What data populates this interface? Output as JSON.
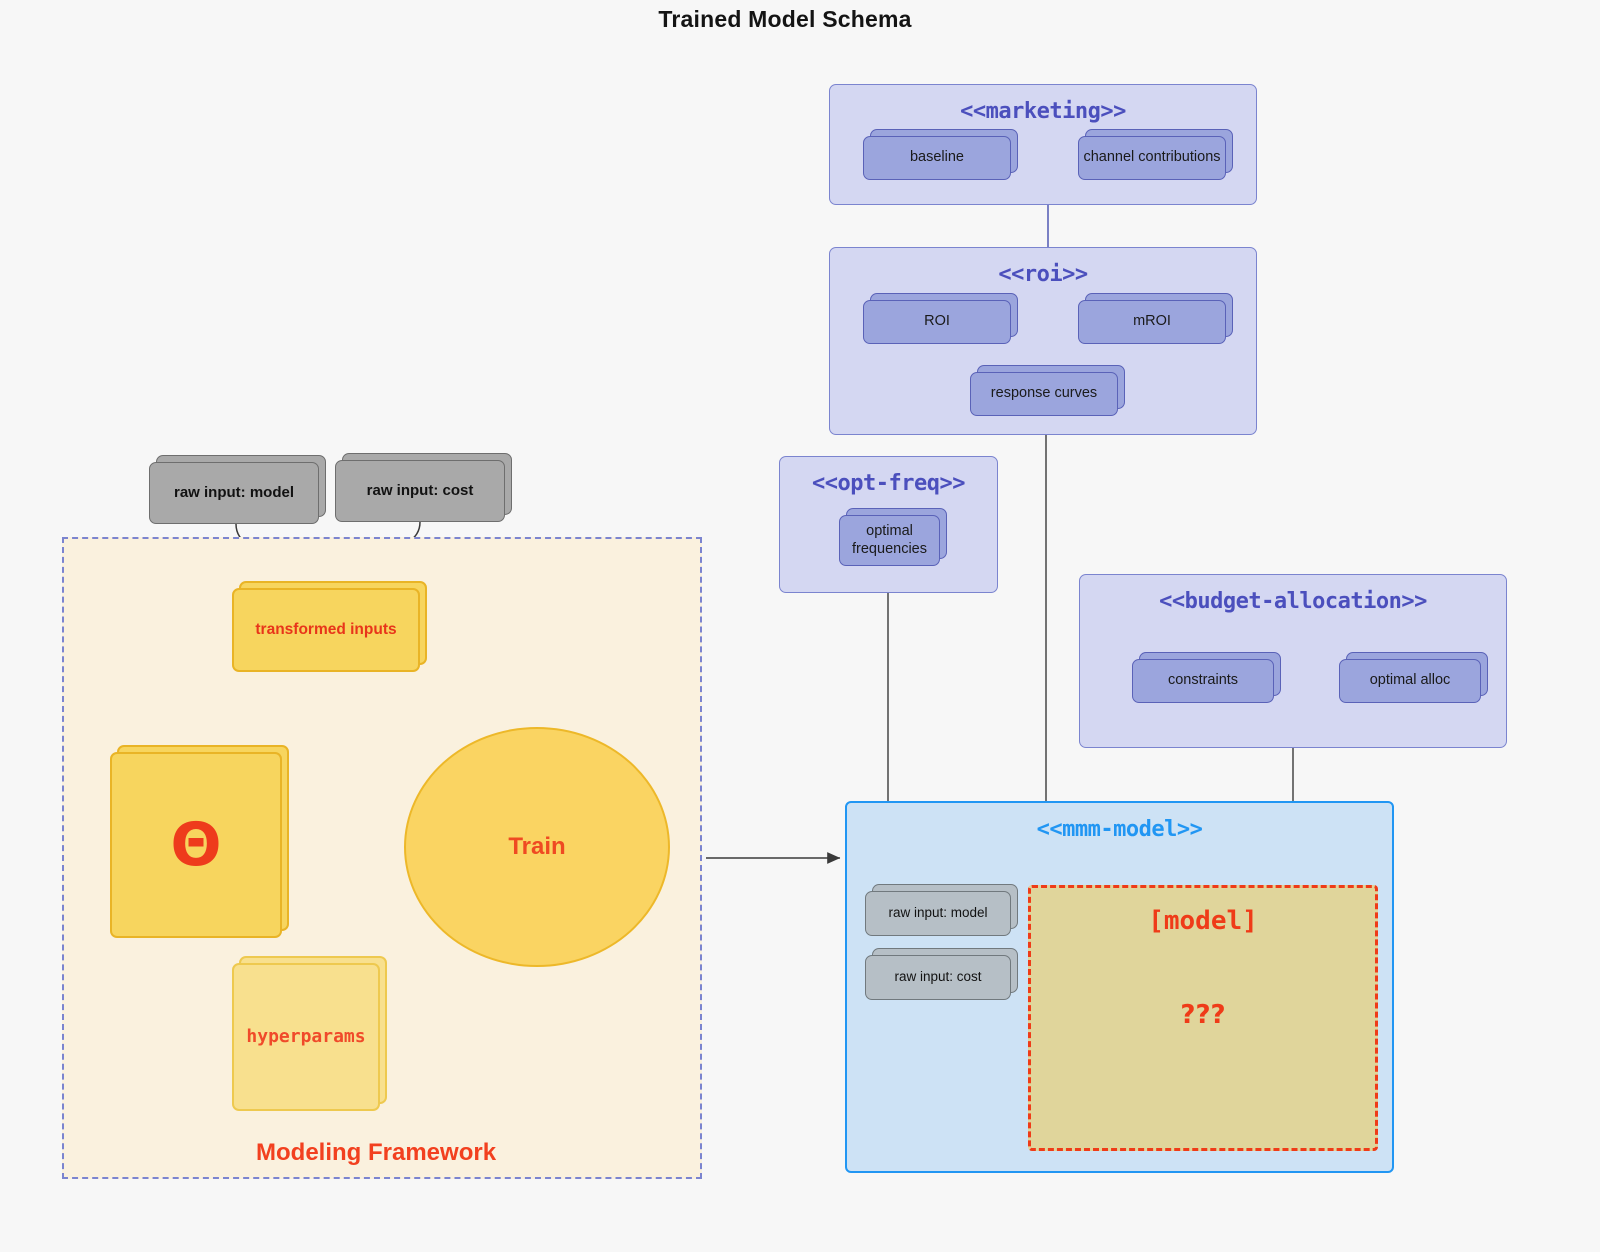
{
  "title": "Trained Model Schema",
  "colors": {
    "background": "#f7f7f7",
    "package_fill": "#d4d7f2",
    "package_stroke": "#7b84cf",
    "node_fill": "#9ba5dd",
    "node_stroke": "#5a62b8",
    "grey_fill": "#a9a9a9",
    "grey_stroke": "#6e6e6e",
    "yellow_fill": "#f7d55e",
    "yellow_pale_fill": "#f8e08e",
    "yellow_stroke": "#e9b426",
    "accent_red": "#ef3b18",
    "mmm_fill": "#cde2f5",
    "mmm_stroke": "#2196f3",
    "model_region_fill": "#e0d59b",
    "framework_fill": "#faf1de"
  },
  "packages": {
    "marketing": {
      "title": "<<marketing>>",
      "nodes": [
        {
          "label": "baseline"
        },
        {
          "label": "channel contributions"
        }
      ]
    },
    "roi": {
      "title": "<<roi>>",
      "nodes": [
        {
          "label": "ROI"
        },
        {
          "label": "mROI"
        },
        {
          "label": "response curves"
        }
      ]
    },
    "opt_freq": {
      "title": "<<opt-freq>>",
      "nodes": [
        {
          "label": "optimal\nfrequencies",
          "line1": "optimal",
          "line2": "frequencies"
        }
      ]
    },
    "budget_allocation": {
      "title": "<<budget-allocation>>",
      "nodes": [
        {
          "label": "constraints"
        },
        {
          "label": "optimal alloc"
        }
      ]
    },
    "mmm_model": {
      "title": "<<mmm-model>>",
      "inputs": [
        {
          "label": "raw input: model"
        },
        {
          "label": "raw input: cost"
        }
      ],
      "model_region": {
        "title": "[model]",
        "question": "???"
      }
    }
  },
  "framework": {
    "label": "Modeling Framework",
    "raw_inputs": [
      {
        "label": "raw input: model"
      },
      {
        "label": "raw input: cost"
      }
    ],
    "transformed_inputs": {
      "label": "transformed inputs"
    },
    "theta": {
      "label": "Θ"
    },
    "hyperparams": {
      "label": "hyperparams"
    },
    "train": {
      "label": "Train"
    }
  }
}
